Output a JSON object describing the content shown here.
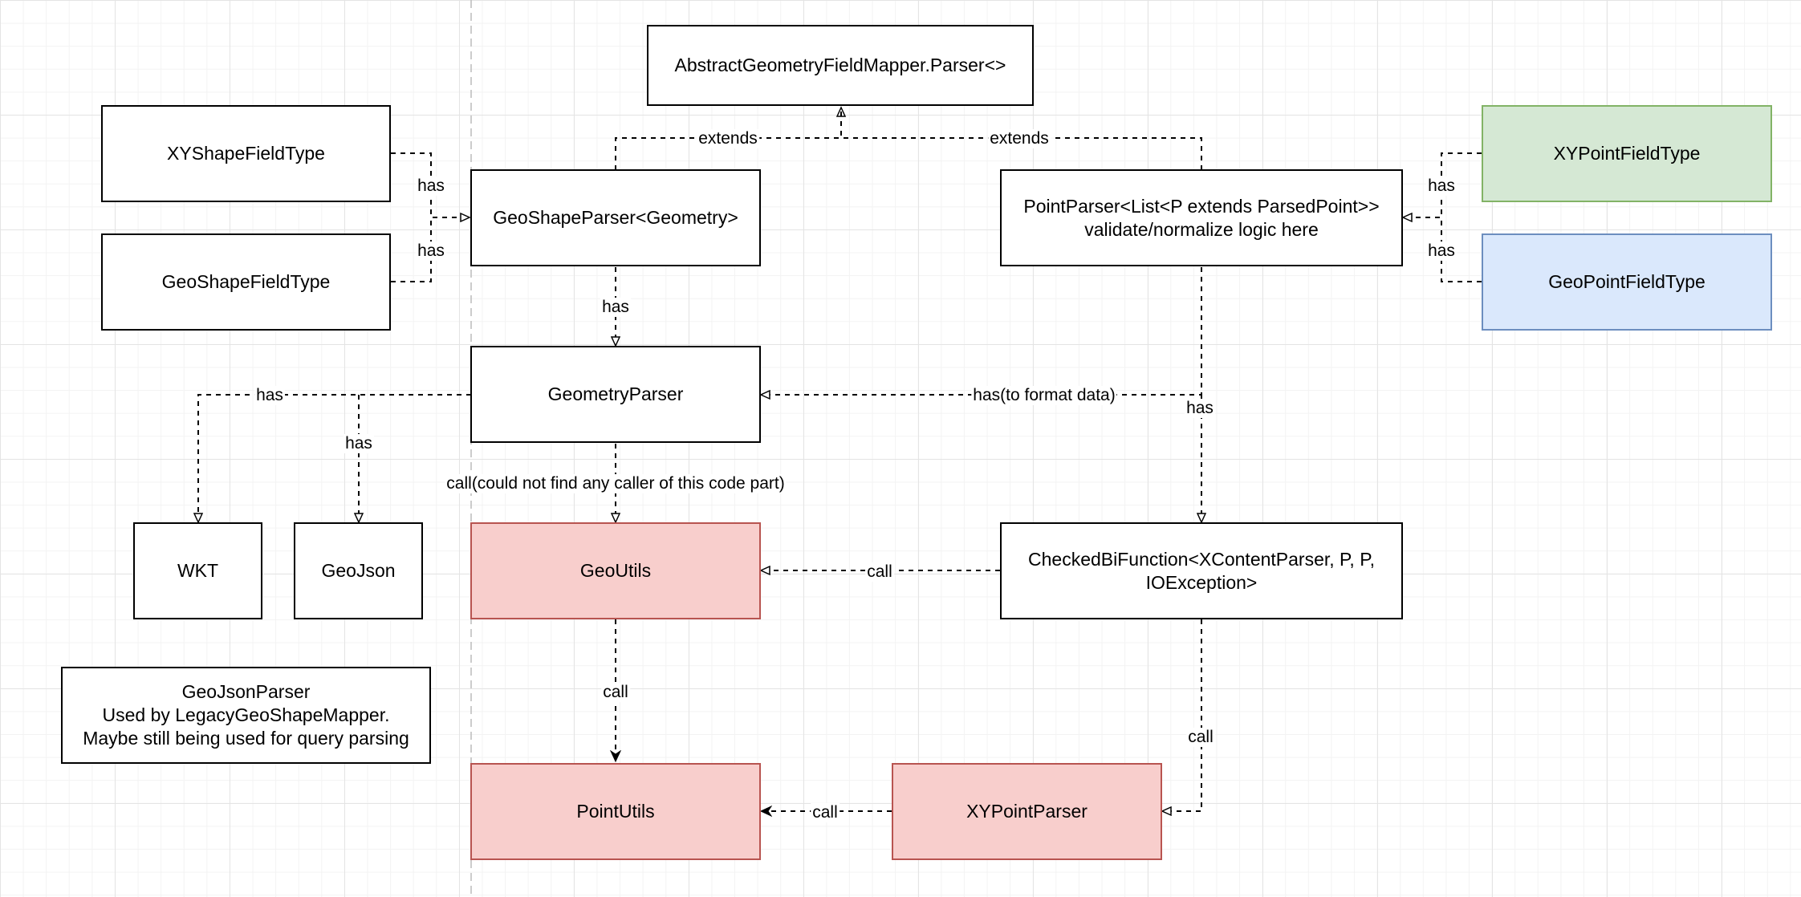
{
  "nodes": {
    "abstract_parser": "AbstractGeometryFieldMapper.Parser<>",
    "xy_shape_field_type": "XYShapeFieldType",
    "geo_shape_field_type": "GeoShapeFieldType",
    "geo_shape_parser": "GeoShapeParser<Geometry>",
    "point_parser": "PointParser<List<P extends ParsedPoint>>\nvalidate/normalize logic here",
    "xy_point_field_type": "XYPointFieldType",
    "geo_point_field_type": "GeoPointFieldType",
    "geometry_parser": "GeometryParser",
    "wkt": "WKT",
    "geojson": "GeoJson",
    "geo_utils": "GeoUtils",
    "checked_bifunction": "CheckedBiFunction<XContentParser, P, P, IOException>",
    "geojson_parser_note": "GeoJsonParser\nUsed by LegacyGeoShapeMapper.\nMaybe still being used for query parsing",
    "point_utils": "PointUtils",
    "xy_point_parser": "XYPointParser"
  },
  "edge_labels": {
    "extends_left": "extends",
    "extends_right": "extends",
    "has_xyshape": "has",
    "has_geoshape": "has",
    "has_xypoint": "has",
    "has_geopoint": "has",
    "has_geoshapeparser_geometry": "has",
    "has_wkt": "has",
    "has_geojson": "has",
    "has_to_format": "has(to format data)",
    "has_pointparser_bifunction": "has",
    "call_geometry_geoutils": "call(could not find any caller of this code part)",
    "call_bifunction_geoutils": "call",
    "call_geoutils_pointutils": "call",
    "call_bifunction_xypointparser": "call",
    "call_xypointparser_pointutils": "call"
  },
  "colors": {
    "red_fill": "#f8cecc",
    "red_stroke": "#b85450",
    "green_fill": "#d5e8d4",
    "green_stroke": "#82b366",
    "blue_fill": "#dae8fc",
    "blue_stroke": "#6c8ebf"
  }
}
